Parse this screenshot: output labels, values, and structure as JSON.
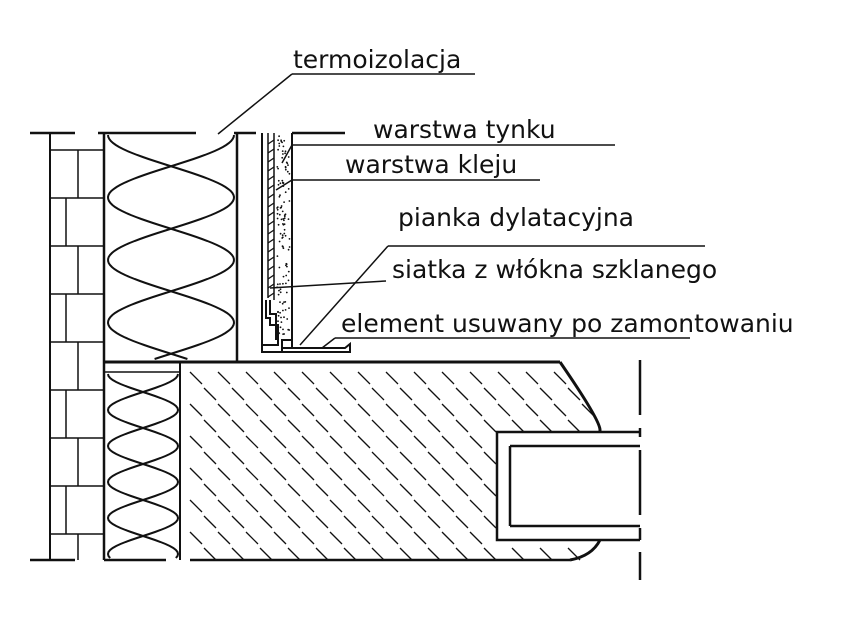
{
  "labels": {
    "termoizolacja": "termoizolacja",
    "warstwa_tynku": "warstwa tynku",
    "warstwa_kleju": "warstwa kleju",
    "pianka_dylatacyjna": "pianka dylatacyjna",
    "siatka": "siatka z włókna szklanego",
    "element": "element usuwany po zamontowaniu"
  },
  "colors": {
    "ink": "#111111",
    "background": "#ffffff"
  }
}
